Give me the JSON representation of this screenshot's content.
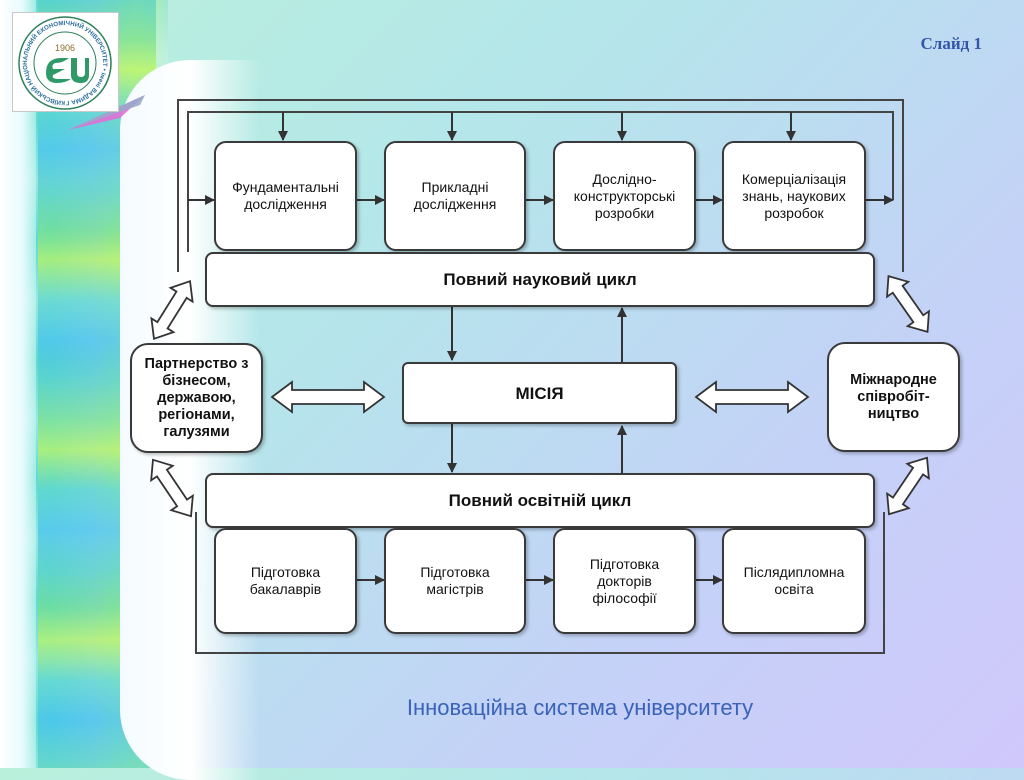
{
  "slide_label": "Слайд 1",
  "logo": {
    "year": "1906",
    "ring_text": "КИЇВСЬКИЙ НАЦІОНАЛЬНИЙ ЕКОНОМІЧНИЙ УНІВЕРСИТЕТ • імені ВАДИМА ГЕТЬМАНА •",
    "monogram": "EU"
  },
  "science_cycle": {
    "label": "Повний науковий цикл",
    "steps": [
      "Фундаментальні дослідження",
      "Прикладні дослідження",
      "Дослідно-конструкторські розробки",
      "Комерціалізація знань, наукових розробок"
    ]
  },
  "mission": "МІСІЯ",
  "partnership": "Партнерство з бізнесом, державою, регіонами, галузями",
  "international": "Міжнародне співробіт-ництво",
  "education_cycle": {
    "label": "Повний освітній цикл",
    "steps": [
      "Підготовка бакалаврів",
      "Підготовка магістрів",
      "Підготовка докторів філософії",
      "Післядипломна освіта"
    ]
  },
  "caption": "Інноваційна система університету",
  "colors": {
    "caption": "#3a62b8",
    "slide_label": "#3456a8",
    "line": "#444444"
  }
}
